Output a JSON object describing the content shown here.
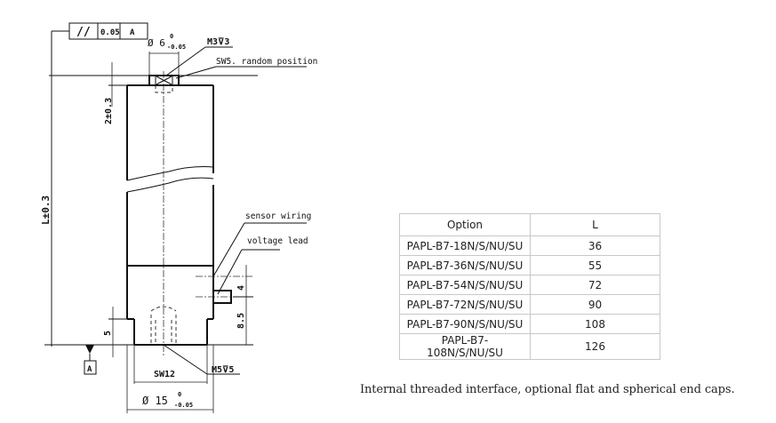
{
  "drawing": {
    "parallelism_symbol": "//",
    "parallelism_tolerance": "0.05",
    "datum_ref": "A",
    "top_diameter": "Ø 6",
    "top_diameter_upper": "0",
    "top_diameter_lower": "-0.05",
    "top_thread": "M3⊽3",
    "wrench_flat_note": "SW5. random position",
    "top_offset": "2±0.3",
    "overall_length": "L±0.3",
    "sensor_label": "sensor wiring",
    "voltage_label": "voltage lead",
    "lead_width": "4",
    "lead_height": "8.5",
    "step_height": "5",
    "datum_label": "A",
    "bottom_thread": "M5⊽5",
    "bottom_flat": "SW12",
    "bottom_diameter": "Ø 15",
    "bottom_diameter_upper": "0",
    "bottom_diameter_lower": "-0.05"
  },
  "table": {
    "headers": [
      "Option",
      "L"
    ],
    "rows": [
      {
        "option": "PAPL-B7-18N/S/NU/SU",
        "L": "36"
      },
      {
        "option": "PAPL-B7-36N/S/NU/SU",
        "L": "55"
      },
      {
        "option": "PAPL-B7-54N/S/NU/SU",
        "L": "72"
      },
      {
        "option": "PAPL-B7-72N/S/NU/SU",
        "L": "90"
      },
      {
        "option": "PAPL-B7-90N/S/NU/SU",
        "L": "108"
      },
      {
        "option": "PAPL-B7-108N/S/NU/SU",
        "L": "126"
      }
    ]
  },
  "caption": "Internal threaded interface, optional flat and spherical end caps."
}
